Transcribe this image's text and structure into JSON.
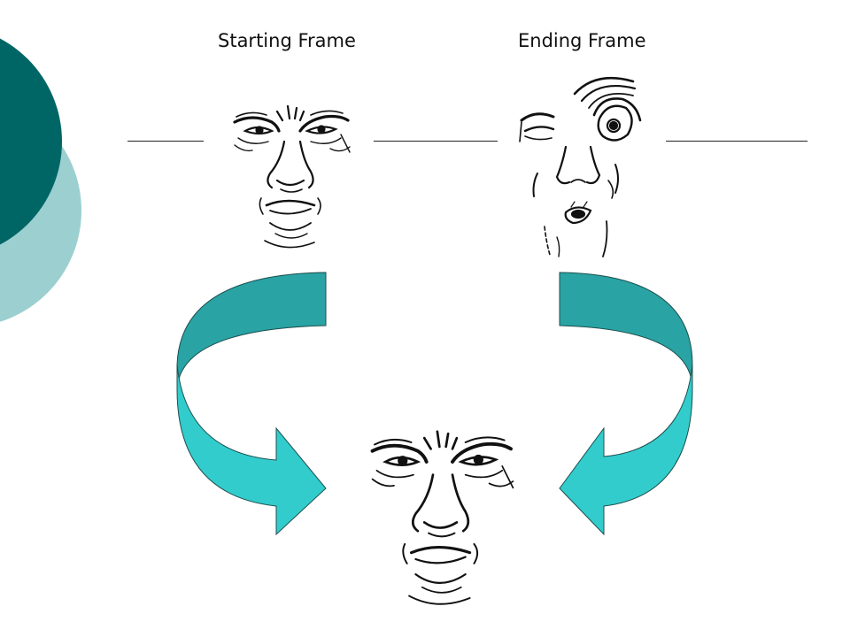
{
  "labels": {
    "starting_frame": "Starting Frame",
    "ending_frame": "Ending Frame"
  },
  "faces": {
    "starting": "angry-face",
    "ending": "surprised-face",
    "result": "angry-face"
  },
  "colors": {
    "circle_dark": "#006565",
    "circle_light": "#9ccfd0",
    "arrow_top": "#29a3a3",
    "arrow_bottom": "#33cccc",
    "line": "#111111"
  }
}
